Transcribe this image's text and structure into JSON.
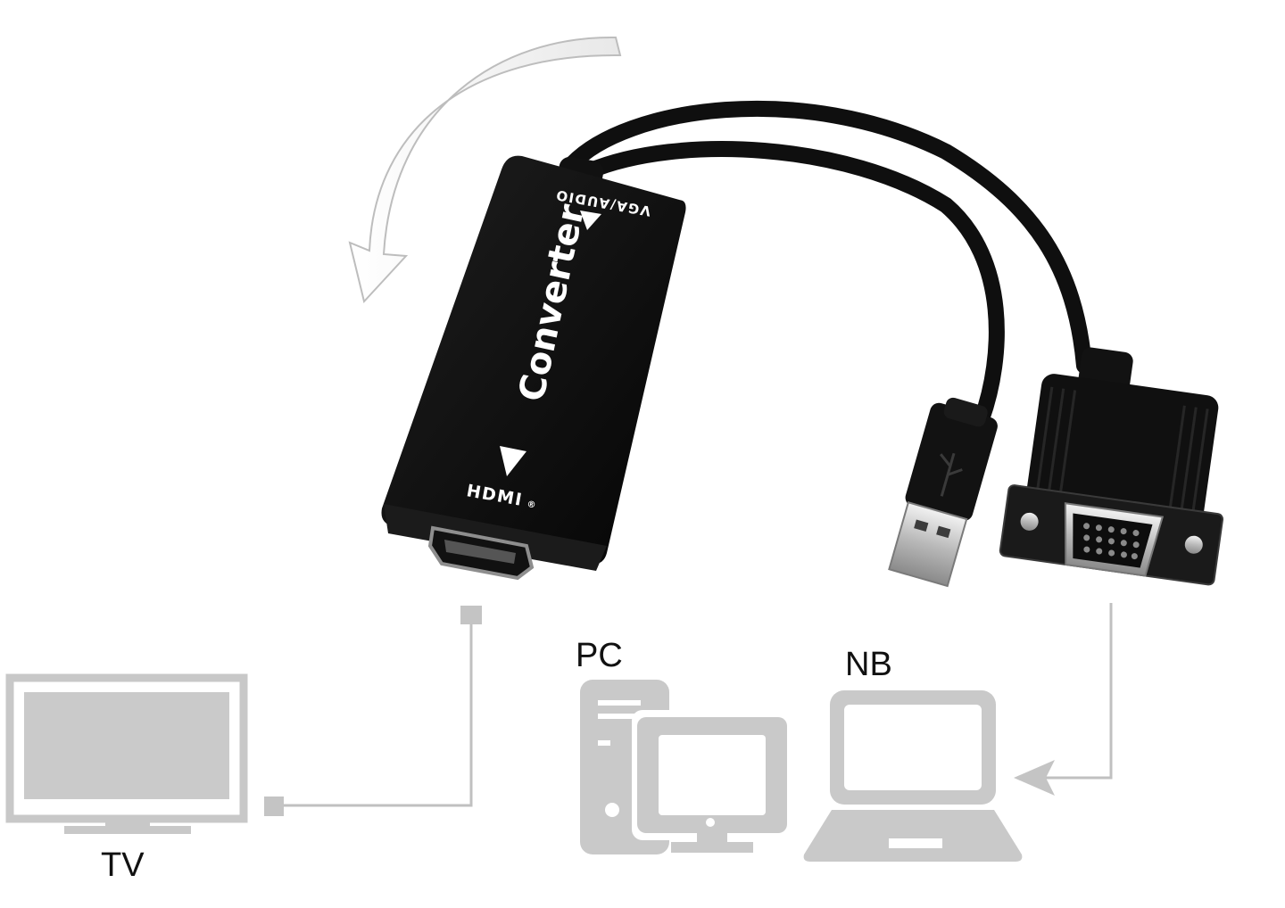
{
  "converter": {
    "brand_text": "Converter",
    "input_label": "VGA/AUDIO",
    "output_label": "HDMI",
    "output_mark": "®"
  },
  "devices": {
    "tv_label": "TV",
    "pc_label": "PC",
    "nb_label": "NB"
  },
  "colors": {
    "background": "#ffffff",
    "device_body": "#0c0c0c",
    "icon_gray": "#c8c8c8",
    "line_gray": "#bfbfbf"
  }
}
